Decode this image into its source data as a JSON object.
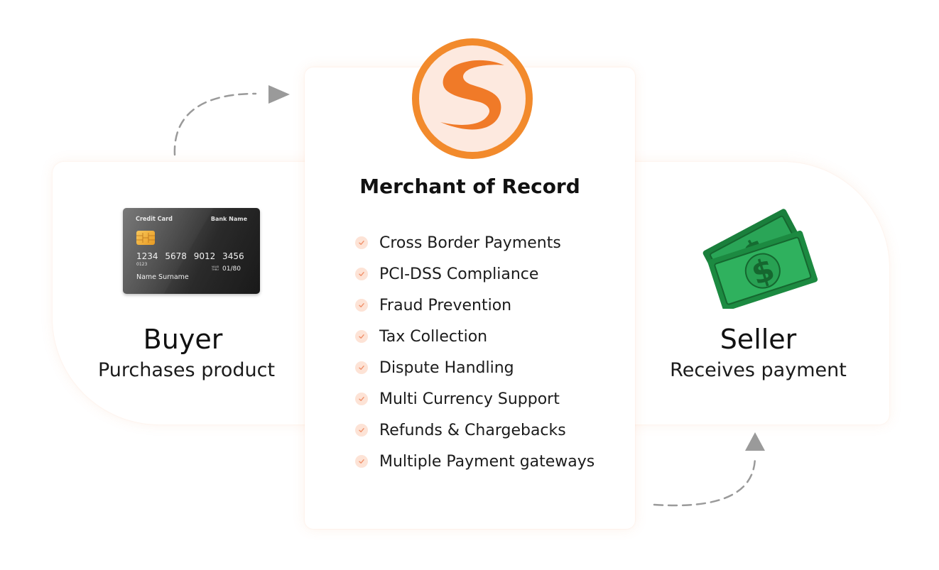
{
  "center": {
    "title": "Merchant of Record",
    "features": [
      "Cross Border Payments",
      "PCI-DSS Compliance",
      "Fraud Prevention",
      "Tax Collection",
      "Dispute Handling",
      "Multi Currency Support",
      "Refunds & Chargebacks",
      "Multiple Payment gateways"
    ]
  },
  "buyer": {
    "title": "Buyer",
    "subtitle": "Purchases product",
    "card": {
      "label": "Credit Card",
      "bank": "Bank Name",
      "number": "1234 5678 9012 3456",
      "small": "0123",
      "valid": "VALID THRU",
      "expiry": "01/80",
      "name": "Name Surname"
    }
  },
  "seller": {
    "title": "Seller",
    "subtitle": "Receives payment"
  },
  "icons": {
    "logo": "brand-logo-icon",
    "check": "check-icon",
    "card": "credit-card-icon",
    "money": "money-bills-icon",
    "arrow": "dashed-arrow-icon"
  },
  "colors": {
    "accent": "#f28a2c",
    "logo_bg": "#fde9df",
    "check_bg": "#fde3d6",
    "check_mark": "#f0906a",
    "money_green": "#1f9a4a",
    "arrow_gray": "#9a9a9a"
  }
}
